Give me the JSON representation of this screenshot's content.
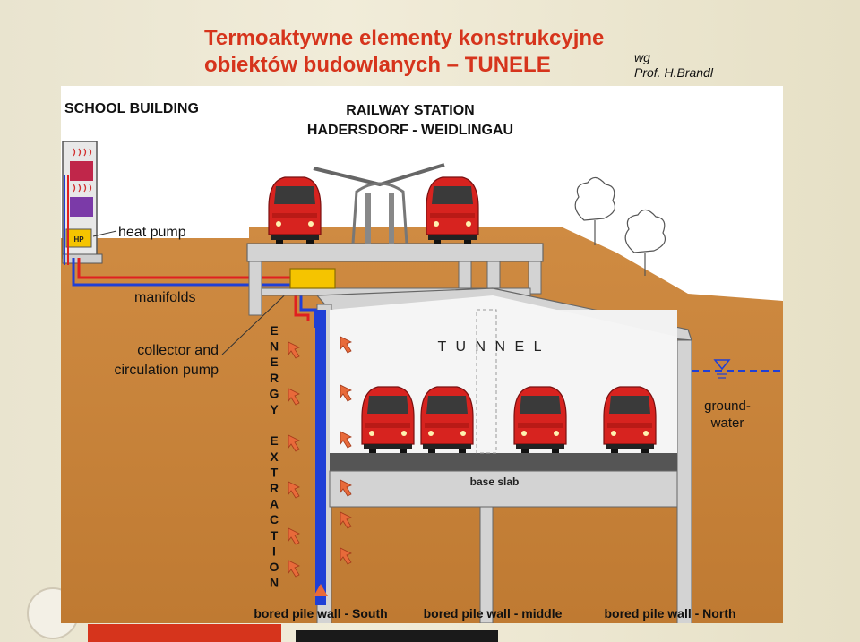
{
  "slide": {
    "title_line1": "Termoaktywne elementy konstrukcyjne",
    "title_line2": "obiektów budowlanych – TUNELE",
    "author_line1": "wg",
    "author_line2": "Prof. H.Brandl"
  },
  "diagram": {
    "school_building": "SCHOOL BUILDING",
    "station_line1": "RAILWAY STATION",
    "station_line2": "HADERSDORF - WEIDLINGAU",
    "heat_pump": "heat pump",
    "hp_box": "HP",
    "manifolds": "manifolds",
    "collector_line1": "collector and",
    "collector_line2": "circulation pump",
    "energy_extraction": [
      "E",
      "N",
      "E",
      "R",
      "G",
      "Y",
      "",
      "E",
      "X",
      "T",
      "R",
      "A",
      "C",
      "T",
      "I",
      "O",
      "N"
    ],
    "tunnel": "T U N N E L",
    "base_slab": "base slab",
    "groundwater_line1": "ground-",
    "groundwater_line2": "water",
    "wall_south": "bored pile wall - South",
    "wall_middle": "bored pile wall - middle",
    "wall_north": "bored pile wall - North"
  },
  "colors": {
    "title": "#d6341c",
    "soil": "#c9853c",
    "concrete": "#d3d3d3",
    "pipe_blue": "#1f3fd6",
    "pipe_red": "#e02020",
    "train_red": "#d7231f",
    "collector_yellow": "#f5c400"
  }
}
